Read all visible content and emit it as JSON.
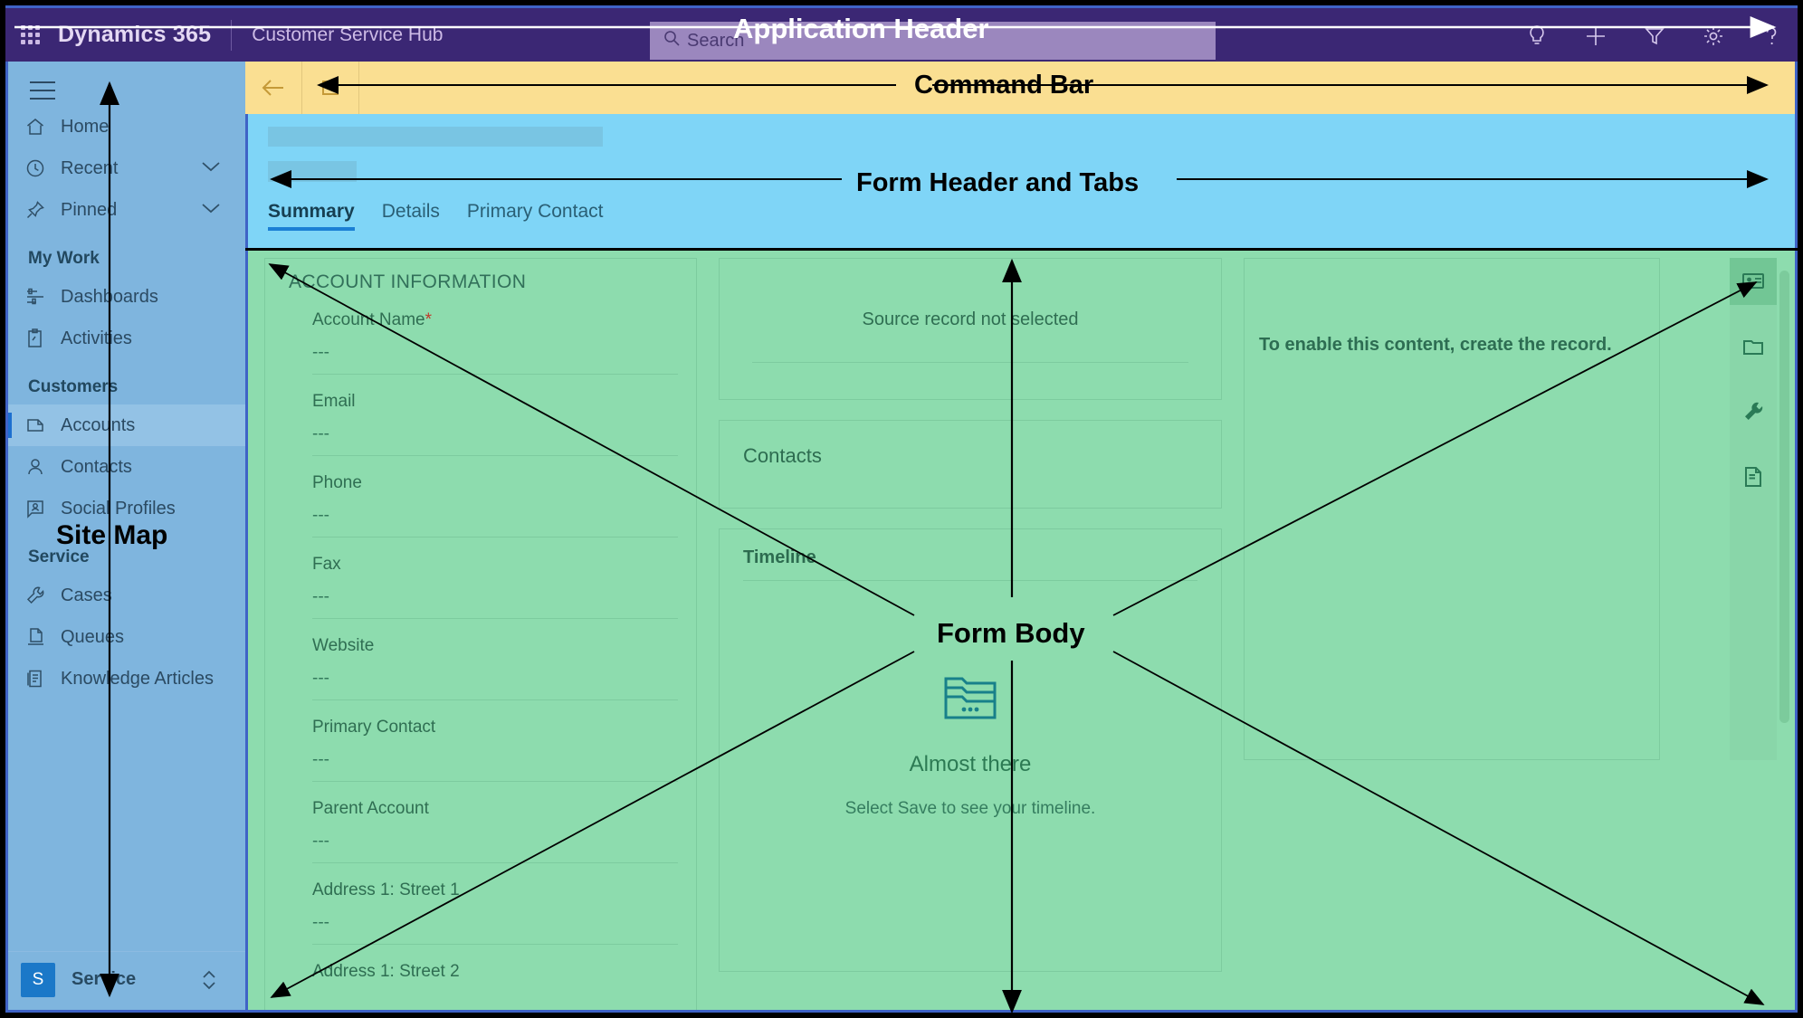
{
  "app_header": {
    "waffle_icon": "waffle-grid-icon",
    "brand": "Dynamics 365",
    "app_name": "Customer Service Hub",
    "search": {
      "placeholder": "Search",
      "icon": "search-icon"
    },
    "right_icons": [
      {
        "name": "lightbulb-icon",
        "glyph": "lightbulb"
      },
      {
        "name": "plus-icon",
        "glyph": "plus"
      },
      {
        "name": "filter-icon",
        "glyph": "funnel"
      },
      {
        "name": "gear-icon",
        "glyph": "gear"
      },
      {
        "name": "help-icon",
        "glyph": "question"
      }
    ]
  },
  "sidebar": {
    "hamburger_label": "menu-icon",
    "items": [
      {
        "label": "Home",
        "icon": "home-icon",
        "chevron": false,
        "selected": false
      },
      {
        "label": "Recent",
        "icon": "clock-icon",
        "chevron": true,
        "selected": false
      },
      {
        "label": "Pinned",
        "icon": "pin-icon",
        "chevron": true,
        "selected": false
      }
    ],
    "groups": [
      {
        "title": "My Work",
        "items": [
          {
            "label": "Dashboards",
            "icon": "dashboard-icon",
            "selected": false
          },
          {
            "label": "Activities",
            "icon": "activities-icon",
            "selected": false
          }
        ]
      },
      {
        "title": "Customers",
        "items": [
          {
            "label": "Accounts",
            "icon": "accounts-icon",
            "selected": true
          },
          {
            "label": "Contacts",
            "icon": "contact-icon",
            "selected": false
          },
          {
            "label": "Social Profiles",
            "icon": "social-profile-icon",
            "selected": false
          }
        ]
      },
      {
        "title": "Service",
        "items": [
          {
            "label": "Cases",
            "icon": "wrench-icon",
            "selected": false
          },
          {
            "label": "Queues",
            "icon": "queue-icon",
            "selected": false
          },
          {
            "label": "Knowledge Articles",
            "icon": "knowledge-article-icon",
            "selected": false
          }
        ]
      }
    ],
    "footer": {
      "avatar_initial": "S",
      "label": "Service",
      "chevron": "up-down-icon"
    }
  },
  "command_bar": {
    "back_icon": "back-arrow-icon",
    "save_icon": "save-icon"
  },
  "form_header": {
    "tabs": [
      {
        "label": "Summary",
        "active": true
      },
      {
        "label": "Details",
        "active": false
      },
      {
        "label": "Primary Contact",
        "active": false
      }
    ]
  },
  "form_body": {
    "left_column": {
      "section_title": "ACCOUNT INFORMATION",
      "fields": [
        {
          "label": "Account Name",
          "required": true,
          "value": "---"
        },
        {
          "label": "Email",
          "required": false,
          "value": "---"
        },
        {
          "label": "Phone",
          "required": false,
          "value": "---"
        },
        {
          "label": "Fax",
          "required": false,
          "value": "---"
        },
        {
          "label": "Website",
          "required": false,
          "value": "---"
        },
        {
          "label": "Primary Contact",
          "required": false,
          "value": "---"
        },
        {
          "label": "Parent Account",
          "required": false,
          "value": "---"
        },
        {
          "label": "Address 1: Street 1",
          "required": false,
          "value": "---"
        },
        {
          "label": "Address 1: Street 2",
          "required": false,
          "value": ""
        }
      ]
    },
    "middle_column": {
      "source_card": {
        "text": "Source record not selected"
      },
      "contacts_card": {
        "title": "Contacts"
      },
      "timeline_card": {
        "title": "Timeline",
        "empty_icon": "folder-ellipsis-icon",
        "empty_title": "Almost there",
        "empty_subtitle": "Select Save to see your timeline."
      }
    },
    "right_column": {
      "message": "To enable this content, create the record."
    },
    "icon_rail": [
      {
        "name": "contact-card-icon",
        "active": true
      },
      {
        "name": "folder-icon",
        "active": false
      },
      {
        "name": "wrench-icon",
        "active": false
      },
      {
        "name": "document-icon",
        "active": false
      }
    ],
    "scrollbar": "vertical-scrollbar"
  },
  "annotations": [
    {
      "key": "application_header",
      "label": "Application Header"
    },
    {
      "key": "command_bar",
      "label": "Command Bar"
    },
    {
      "key": "form_header_tabs",
      "label": "Form Header and Tabs"
    },
    {
      "key": "site_map",
      "label": "Site Map"
    },
    {
      "key": "form_body",
      "label": "Form Body"
    }
  ],
  "colors": {
    "header_purple": "#3b2774",
    "sitemap_blue": "#7fb5de",
    "command_bar_yellow": "#fadf92",
    "form_header_cyan": "#7fd5f7",
    "form_body_green": "#8ddcae",
    "accent_blue": "#1b7fd4",
    "outline_blue": "#3f63c6"
  }
}
